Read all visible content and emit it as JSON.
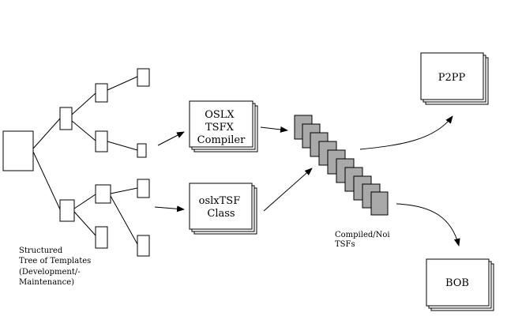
{
  "nodes": {
    "compiler": {
      "lines": [
        "OSLX",
        "TSFX",
        "Compiler"
      ]
    },
    "class": {
      "lines": [
        "oslxTSF",
        "Class"
      ]
    },
    "p2pp": {
      "label": "P2PP"
    },
    "bob": {
      "label": "BOB"
    }
  },
  "labels": {
    "tree": [
      "Structured",
      "Tree of Templates",
      "(Development/-",
      "Maintenance)"
    ],
    "compiled": [
      "Compiled/Noi",
      "TSFs"
    ]
  },
  "colors": {
    "tsf_fill": "#a9a9a9",
    "line": "#000000",
    "background": "#ffffff"
  }
}
